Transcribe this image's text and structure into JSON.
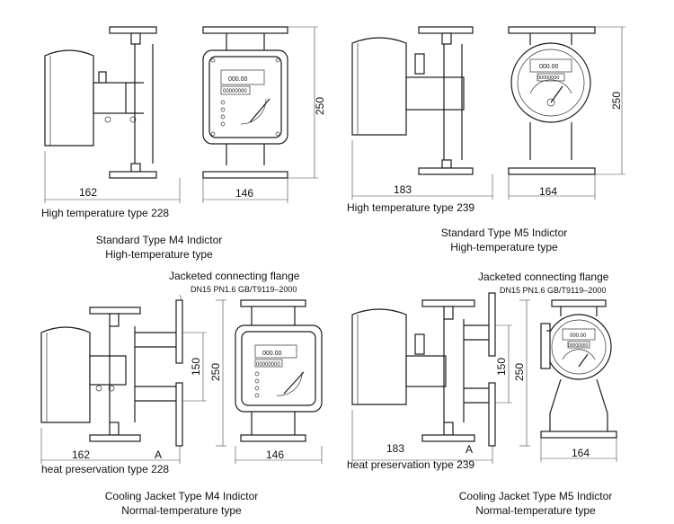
{
  "panels": {
    "tl": {
      "dim_width": "162",
      "dim_face": "146",
      "dim_height": "250",
      "display_number": "000.00",
      "display_number2": "00000000",
      "caption": "High temperature type 228",
      "title_line1": "Standard Type M4 Indictor",
      "title_line2": "High-temperature type"
    },
    "tr": {
      "dim_width": "183",
      "dim_face": "164",
      "dim_height": "250",
      "display_number": "000.00",
      "display_number2": "00000000",
      "caption": "High temperature type 239",
      "title_line1": "Standard Type M5 Indictor",
      "title_line2": "High-temperature type"
    },
    "bl": {
      "flange_label": "Jacketed connecting flange",
      "flange_std": "DN15 PN1.6 GB/T9119–2000",
      "dim_width": "162",
      "dim_a": "A",
      "dim_face": "146",
      "dim_150": "150",
      "dim_height": "250",
      "display_number": "000.00",
      "display_number2": "00000000",
      "caption": "heat preservation type 228",
      "title_line1": "Cooling Jacket Type M4 Indictor",
      "title_line2": "Normal-temperature type"
    },
    "br": {
      "flange_label": "Jacketed connecting flange",
      "flange_std": "DN15 PN1.6 GB/T9119–2000",
      "dim_width": "183",
      "dim_a": "A",
      "dim_face": "164",
      "dim_150": "150",
      "dim_height": "250",
      "display_number": "000.00",
      "display_number2": "00000000",
      "caption": "heat preservation type 239",
      "title_line1": "Cooling Jacket Type M5 Indictor",
      "title_line2": "Normal-temperature type"
    }
  }
}
